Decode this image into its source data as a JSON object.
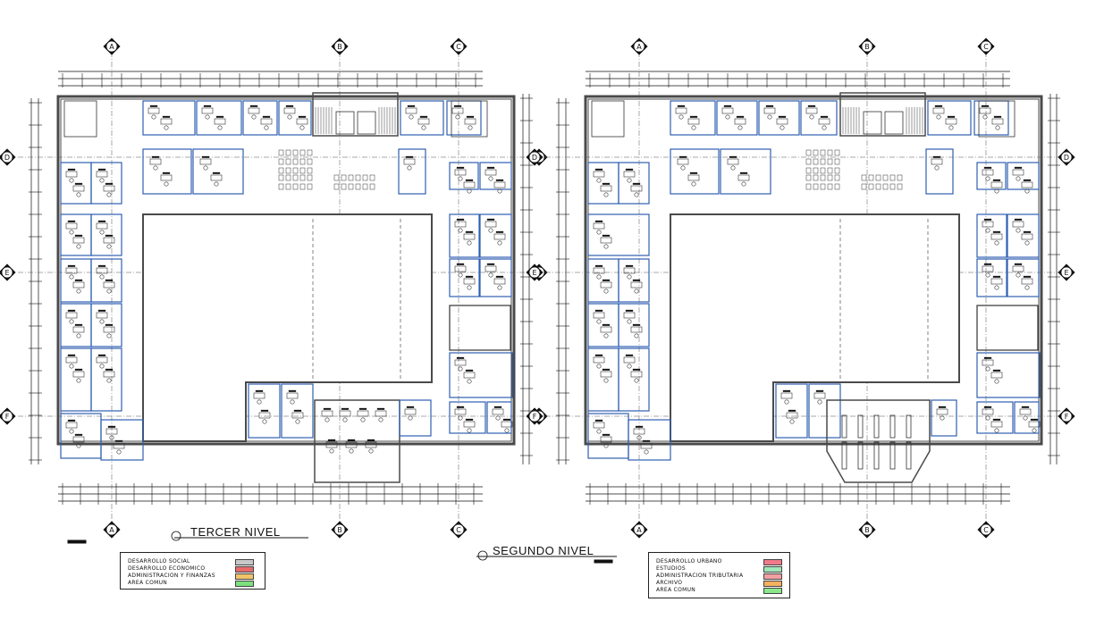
{
  "drawing": {
    "left_plan": {
      "title": "TERCER NIVEL",
      "grid_top": [
        "A",
        "B",
        "C"
      ],
      "grid_side": [
        "D",
        "E",
        "F"
      ],
      "legend": [
        {
          "label": "DESARROLLO SOCIAL",
          "color": "#c8c8c8"
        },
        {
          "label": "DESARROLLO ECONOMICO",
          "color": "#e86a6a"
        },
        {
          "label": "ADMINISTRACION Y FINANZAS",
          "color": "#f0c36a"
        },
        {
          "label": "AREA COMUN",
          "color": "#7ee07e"
        }
      ]
    },
    "right_plan": {
      "title": "SEGUNDO  NIVEL",
      "grid_top": [
        "A",
        "B",
        "C"
      ],
      "grid_side": [
        "D",
        "E",
        "F"
      ],
      "legend": [
        {
          "label": "DESARROLLO URBANO",
          "color": "#f07a8a"
        },
        {
          "label": "ESTUDIOS",
          "color": "#a0e8b8"
        },
        {
          "label": "ADMINISTRACION TRIBUTARIA",
          "color": "#f0a0a0"
        },
        {
          "label": "ARCHIVO",
          "color": "#f6b060"
        },
        {
          "label": "AREA COMUN",
          "color": "#8ae88a"
        }
      ]
    },
    "colors": {
      "wall": "#4a4a4a",
      "partition": "#2f5fb0",
      "line": "#111111"
    }
  }
}
